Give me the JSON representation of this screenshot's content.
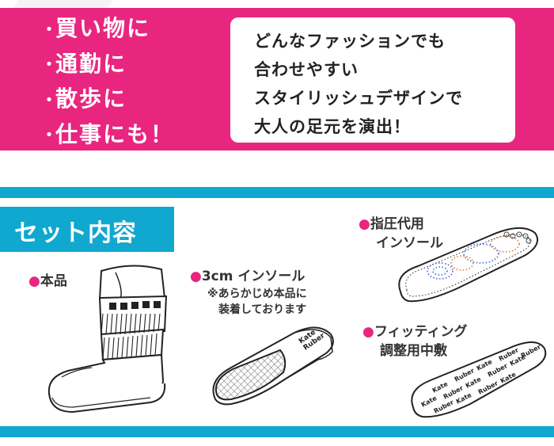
{
  "bullets": [
    {
      "dot": "・",
      "text": "買い物に"
    },
    {
      "dot": "・",
      "text": "通勤に"
    },
    {
      "dot": "・",
      "text": "散歩に"
    },
    {
      "dot": "・",
      "text": "仕事にも！"
    }
  ],
  "promo": {
    "line1": "どんなファッションでも",
    "line2": "合わせやすい",
    "line3": "スタイリッシュデザインで",
    "line4": "大人の足元を演出！"
  },
  "set_contents": {
    "heading": "セット内容",
    "marker": "●",
    "main_product": "本品",
    "insole_3cm": "3cm インソール",
    "insole_note_line1": "※あらかじめ本品に",
    "insole_note_line2": "装着しております",
    "shiatsu_line1": "指圧代用",
    "shiatsu_line2": "インソール",
    "fitting_line1": "フィッティング",
    "fitting_line2": "調整用中敷",
    "brand_line1": "Kate",
    "brand_line2": "Ruber"
  },
  "colors": {
    "pink": "#e9267f",
    "blue": "#11a8cf",
    "white": "#ffffff",
    "text": "#333333"
  }
}
